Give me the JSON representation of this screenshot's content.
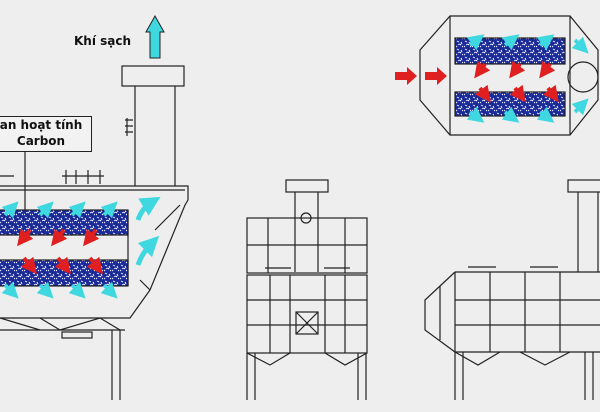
{
  "labels": {
    "clean_air": "Khí sạch",
    "callout_line1": "an hoạt tính",
    "callout_line2": "Carbon"
  },
  "colors": {
    "background": "#eeeeee",
    "carbon_bed": "#1a2a9a",
    "outlet_arrow": "#3fd8e0",
    "inlet_arrow": "#e02020",
    "line": "#222222"
  }
}
